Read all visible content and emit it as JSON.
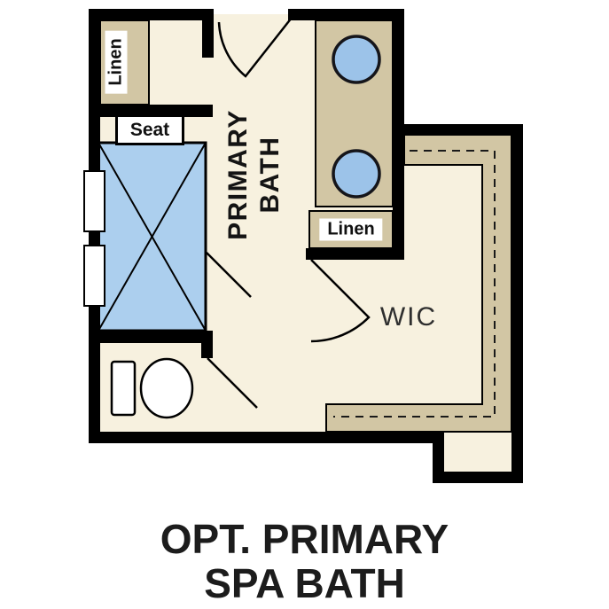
{
  "title": {
    "line1": "OPT. PRIMARY",
    "line2": "SPA BATH"
  },
  "labels": {
    "primary_bath_line1": "PRIMARY",
    "primary_bath_line2": "BATH",
    "wic": "WIC",
    "linen_top": "Linen",
    "linen_mid": "Linen",
    "seat": "Seat"
  },
  "colors": {
    "background": "#ffffff",
    "wall": "#000000",
    "floor": "#f7f1df",
    "cabinet_tan": "#d2c6a4",
    "shower_blue": "#accfee",
    "sink_blue": "#9cc3e9",
    "label_text": "#111111",
    "title_text": "#1c1c1c"
  }
}
